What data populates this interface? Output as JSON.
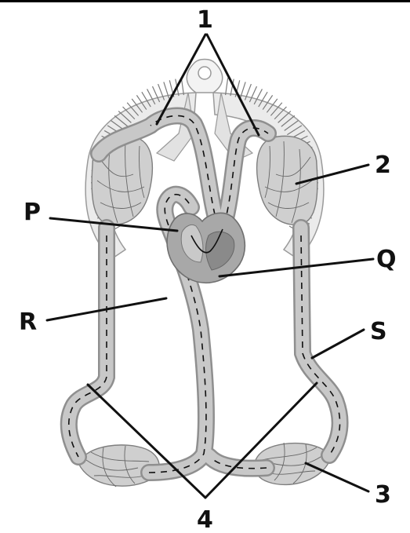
{
  "labels": {
    "one": "1",
    "two": "2",
    "three": "3",
    "four": "4",
    "p": "P",
    "q": "Q",
    "r": "R",
    "s": "S"
  }
}
